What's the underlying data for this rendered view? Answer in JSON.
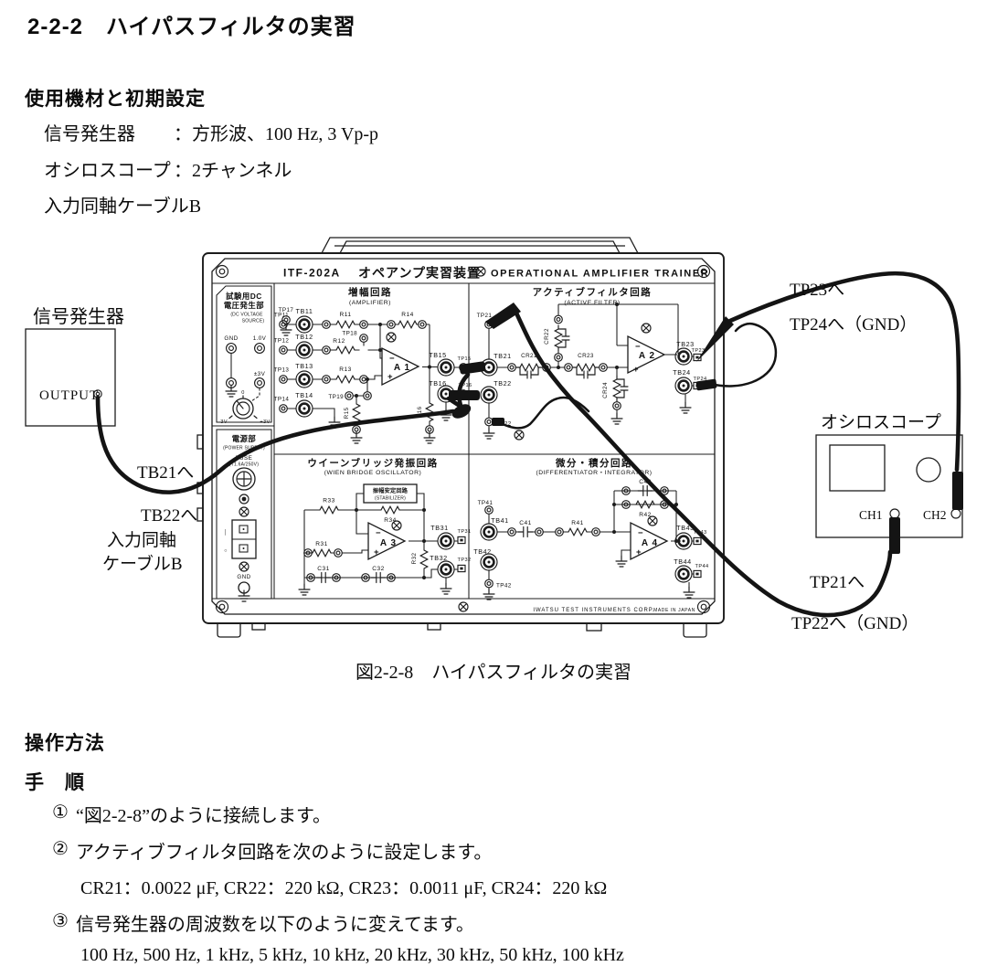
{
  "doc": {
    "title": "2-2-2　ハイパスフィルタの実習",
    "equipment_heading": "使用機材と初期設定",
    "eq1_label": "信号発生器",
    "eq1_value": "：方形波、100 Hz, 3 Vp-p",
    "eq2_label": "オシロスコープ",
    "eq2_value": "：2チャンネル",
    "eq3": "入力同軸ケーブルB",
    "figure_caption": "図2-2-8　ハイパスフィルタの実習",
    "operation_heading": "操作方法",
    "procedure_heading": "手　順",
    "step1_no": "①",
    "step1": "“図2-2-8”のように接続します。",
    "step2_no": "②",
    "step2": "アクティブフィルタ回路を次のように設定します。",
    "step2_detail": "CR21：0.0022 μF, CR22：220 kΩ, CR23：0.0011 μF, CR24：220 kΩ",
    "step3_no": "③",
    "step3": "信号発生器の周波数を以下のように変えてます。",
    "step3_detail": "100 Hz, 500 Hz, 1 kHz, 5 kHz, 10 kHz, 20 kHz, 30 kHz, 50 kHz, 100 kHz"
  },
  "dg": {
    "gen": {
      "title": "信号発生器",
      "output": "OUTPUT"
    },
    "scope": {
      "title": "オシロスコープ",
      "ch1": "CH1",
      "ch2": "CH2"
    },
    "callout": {
      "tb21": "TB21へ",
      "tb22": "TB22へ",
      "coax1": "入力同軸",
      "coax2": "ケーブルB",
      "tp23": "TP23へ",
      "tp24": "TP24へ（GND）",
      "tp21": "TP21へ",
      "tp22": "TP22へ（GND）"
    },
    "hdr": {
      "model": "ITF-202A",
      "jp": "オペアンプ実習装置",
      "en": "OPERATIONAL AMPLIFIER TRAINER"
    },
    "ftr": {
      "corp": "IWATSU TEST INSTRUMENTS CORP.",
      "made": "MADE IN JAPAN"
    },
    "sym": {
      "minus": "−",
      "plus": "+"
    },
    "dc": {
      "t1": "試験用DC",
      "t2": "電圧発生部",
      "t3": "(DC VOLTAGE",
      "t4": "SOURCE)",
      "gnd": "GND",
      "v1": "1.0V",
      "v3": "±3V",
      "zero": "0",
      "m3": "-3V",
      "p3": "+3V"
    },
    "pw": {
      "t1": "電源部",
      "t2": "(POWER SUPPLY)",
      "fuse": "FUSE",
      "fuse2": "(T1.6A/250V)",
      "on": "│",
      "off": "○",
      "gnd": "GND"
    },
    "amp": {
      "t1": "増幅回路",
      "t2": "(AMPLIFIER)",
      "tp17": "TP17",
      "tp11": "TP11",
      "tb11": "TB11",
      "r11": "R11",
      "r14": "R14",
      "tp12": "TP12",
      "tb12": "TB12",
      "r12": "R12",
      "tp18": "TP18",
      "tp13": "TP13",
      "tb13": "TB13",
      "r13": "R13",
      "tp14": "TP14",
      "tb14": "TB14",
      "tp19": "TP19",
      "a1": "A 1",
      "tb15": "TB15",
      "tp15": "TP15",
      "tb16": "TB16",
      "tp16": "TP16",
      "r15": "R15",
      "r16": "R16"
    },
    "flt": {
      "t1": "アクティブフィルタ回路",
      "t2": "(ACTIVE FILTER)",
      "tp21": "TP21",
      "tb21": "TB21",
      "cr21": "CR21",
      "cr22": "CR22",
      "cr23": "CR23",
      "cr24": "CR24",
      "a2": "A 2",
      "tb23": "TB23",
      "tp23": "TP23",
      "tb24": "TB24",
      "tp24": "TP24",
      "tb22": "TB22",
      "tp22": "TP22"
    },
    "wbo": {
      "t1": "ウイーンブリッジ発振回路",
      "t2": "(WIEN BRIDGE OSCILLATOR)",
      "st1": "振幅安定回路",
      "st2": "(STABILIZER)",
      "r33": "R33",
      "r34": "R34",
      "r31": "R31",
      "c31": "C31",
      "c32": "C32",
      "r32": "R32",
      "a3": "A 3",
      "tb31": "TB31",
      "tp31": "TP31",
      "tb32": "TB32",
      "tp32": "TP32"
    },
    "dif": {
      "t1": "微分・積分回路",
      "t2": "(DIFFERENTIATOR・INTEGRATOR)",
      "c42": "C42",
      "r42": "R42",
      "tp41": "TP41",
      "tb41": "TB41",
      "c41": "C41",
      "r41": "R41",
      "a4": "A 4",
      "tb43": "TB43",
      "tp43": "TP43",
      "tb44": "TB44",
      "tp44": "TP44",
      "tb42": "TB42",
      "tp42": "TP42"
    }
  }
}
